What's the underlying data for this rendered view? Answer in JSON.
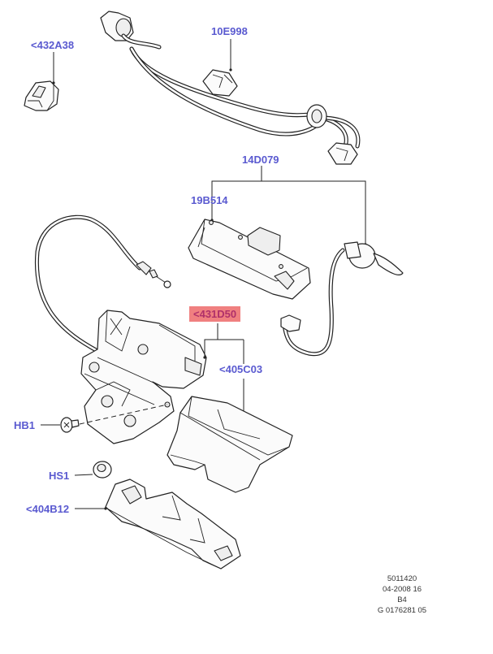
{
  "diagram": {
    "title": "Tailgate latch, release switch and wiring exploded view",
    "highlight_color": "#f08080",
    "label_color": "#5a5ad0",
    "callouts": [
      {
        "id": "432A38",
        "label": "<432A38",
        "highlighted": false
      },
      {
        "id": "10E998",
        "label": "10E998",
        "highlighted": false
      },
      {
        "id": "14D079",
        "label": "14D079",
        "highlighted": false
      },
      {
        "id": "19B514",
        "label": "19B514",
        "highlighted": false
      },
      {
        "id": "431D50",
        "label": "<431D50",
        "highlighted": true
      },
      {
        "id": "405C03",
        "label": "<405C03",
        "highlighted": false
      },
      {
        "id": "HB1",
        "label": "HB1",
        "highlighted": false
      },
      {
        "id": "HS1",
        "label": "HS1",
        "highlighted": false
      },
      {
        "id": "404B12",
        "label": "<404B12",
        "highlighted": false
      }
    ],
    "parts": [
      {
        "name": "connector-clip"
      },
      {
        "name": "wiring-harness"
      },
      {
        "name": "tailgate-release-switch"
      },
      {
        "name": "switch-wiring-lead"
      },
      {
        "name": "release-cable"
      },
      {
        "name": "tailgate-latch"
      },
      {
        "name": "latch-cover"
      },
      {
        "name": "bolt"
      },
      {
        "name": "nut"
      },
      {
        "name": "striker"
      }
    ],
    "meta": {
      "line1": "5011420",
      "line2": "04-2008 16",
      "line3": "B4",
      "line4": "G 0176281 05"
    }
  }
}
